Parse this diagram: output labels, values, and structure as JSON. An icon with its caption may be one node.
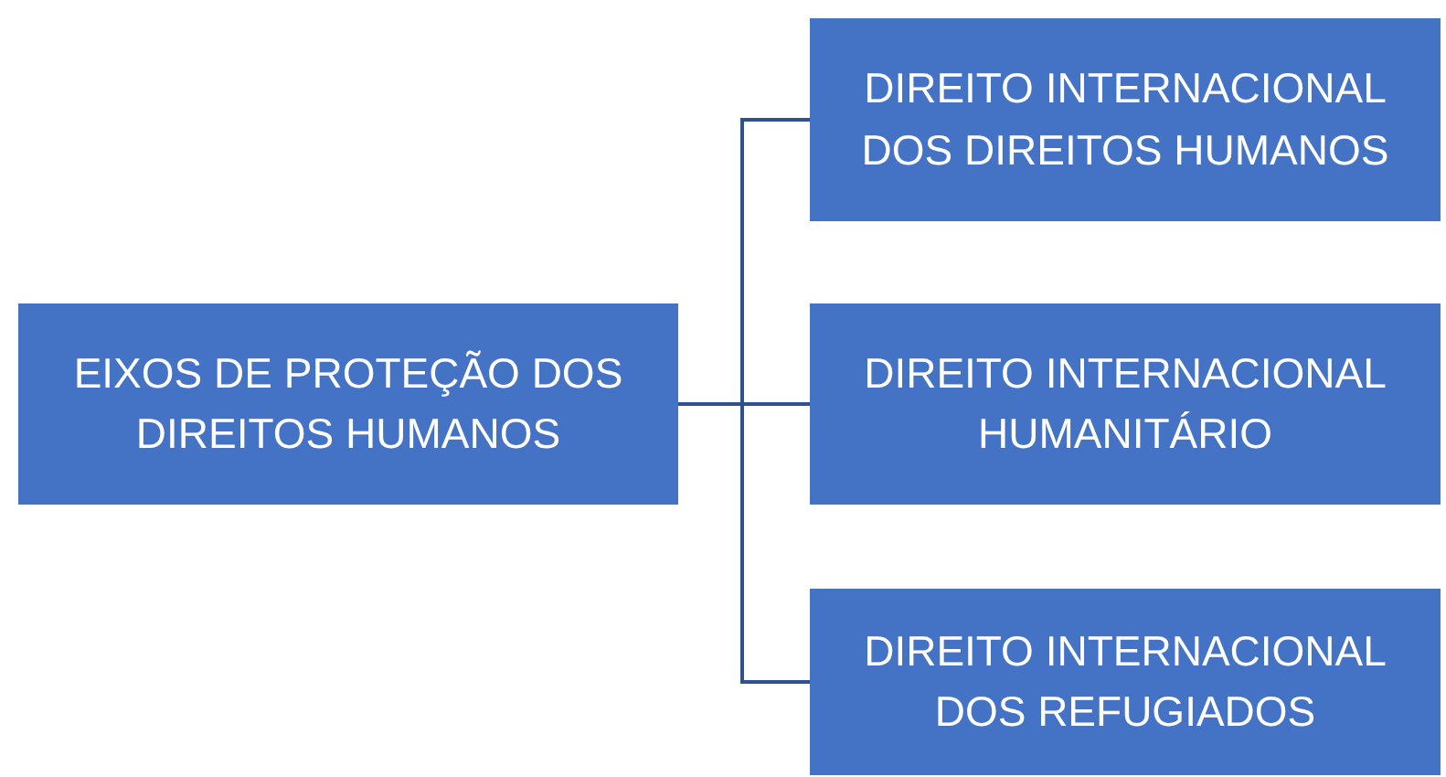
{
  "diagram": {
    "nodes": [
      {
        "text": [
          "EIXOS DE PROTEÇÃO DOS DIREITOS HUMANOS"
        ]
      },
      {
        "text": [
          "DIREITO INTERNACIONAL DOS DIREITOS HUMANOS"
        ]
      },
      {
        "text": [
          "DIREITO INTERNACIONAL HUMANITÁRIO"
        ]
      },
      {
        "text": [
          "DIREITO INTERNACIONAL DOS REFUGIADOS"
        ]
      }
    ],
    "edges": [
      {
        "from": 0,
        "to": 1,
        "arrow": "none"
      },
      {
        "from": 0,
        "to": 2,
        "arrow": "none"
      },
      {
        "from": 0,
        "to": 3,
        "arrow": "none"
      }
    ]
  }
}
